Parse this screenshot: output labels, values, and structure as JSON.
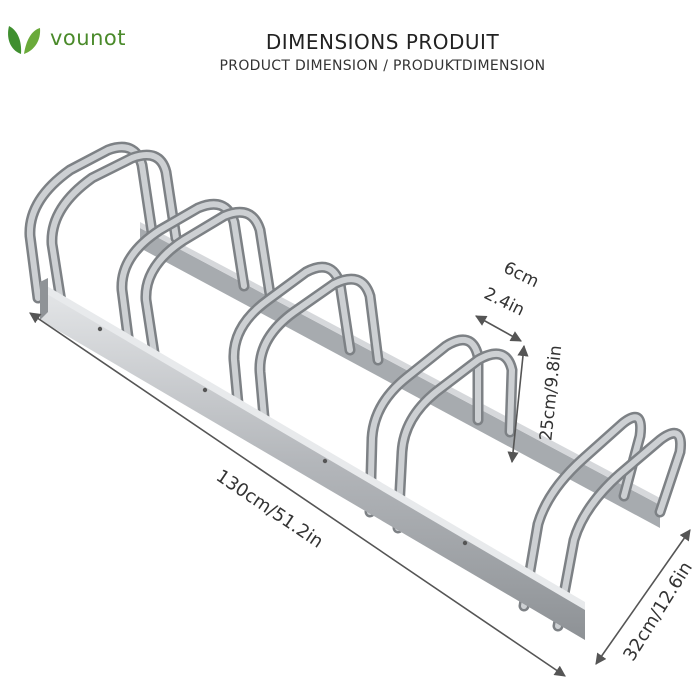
{
  "brand": {
    "name": "vounot",
    "color": "#4a8a2a"
  },
  "header": {
    "title": "DIMENSIONS PRODUIT",
    "subtitle": "PRODUCT DIMENSION / PRODUKTDIMENSION"
  },
  "dimensions": {
    "length": "130cm/51.2in",
    "width": "32cm/12.6in",
    "height": "25cm/9.8in",
    "tube_cm": "6cm",
    "tube_in": "2.4in"
  },
  "product": {
    "name": "bike-rack",
    "slots": 5,
    "color": "#b9bcc0"
  }
}
